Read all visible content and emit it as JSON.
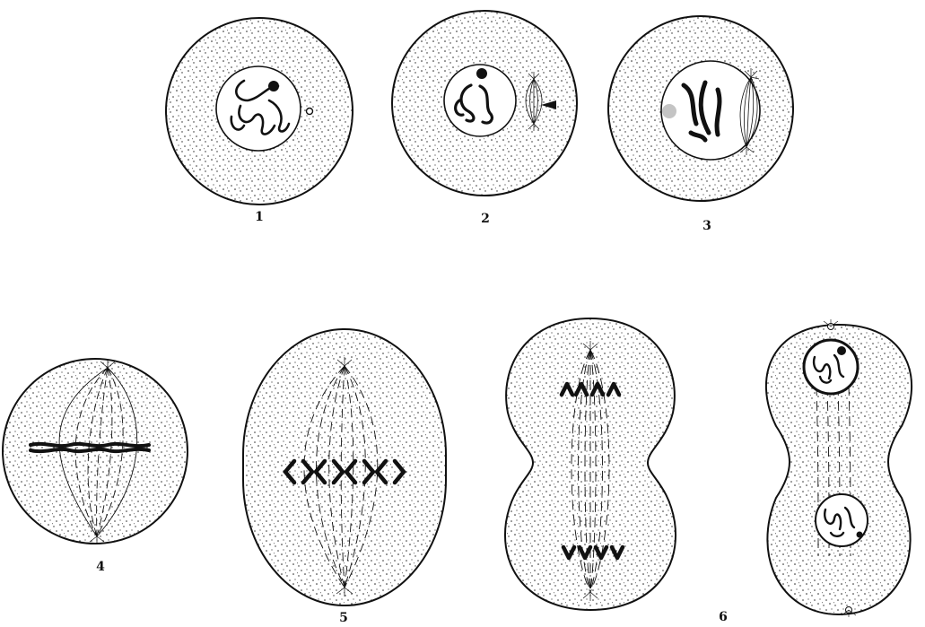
{
  "figure": {
    "labels": {
      "n1": "1",
      "n2": "2",
      "n3": "3",
      "n4": "4",
      "n5": "5",
      "n6": "6"
    },
    "ink_color": "#111111",
    "paper_color": "#ffffff"
  }
}
